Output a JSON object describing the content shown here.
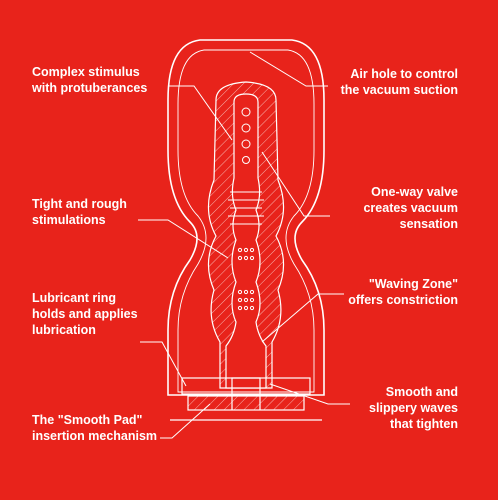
{
  "background_color": "#e8231b",
  "line_color": "#ffffff",
  "labels": {
    "complex_stimulus": [
      "Complex stimulus",
      "with protuberances"
    ],
    "tight_rough": [
      "Tight and rough",
      "stimulations"
    ],
    "lubricant_ring": [
      "Lubricant ring",
      "holds and applies",
      "lubrication"
    ],
    "smooth_pad": [
      "The \"Smooth Pad\"",
      "insertion mechanism"
    ],
    "air_hole": [
      "Air hole to control",
      "the vacuum suction"
    ],
    "one_way_valve": [
      "One-way valve",
      "creates vacuum",
      "sensation"
    ],
    "waving_zone": [
      "\"Waving Zone\"",
      "offers constriction"
    ],
    "smooth_waves": [
      "Smooth and",
      "slippery waves",
      "that tighten"
    ]
  }
}
